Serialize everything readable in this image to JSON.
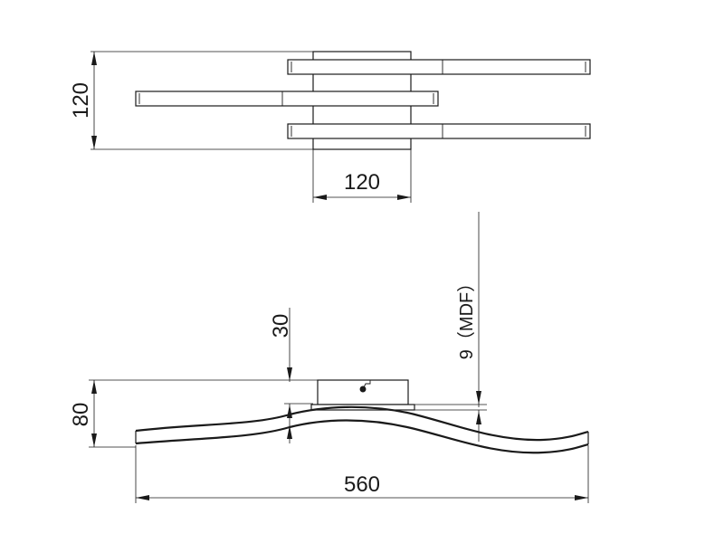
{
  "dimensions": {
    "top_height": "120",
    "top_width": "120",
    "base_thickness": "30",
    "mdf_note": "9（MDF）",
    "overall_height": "80",
    "overall_length": "560"
  }
}
